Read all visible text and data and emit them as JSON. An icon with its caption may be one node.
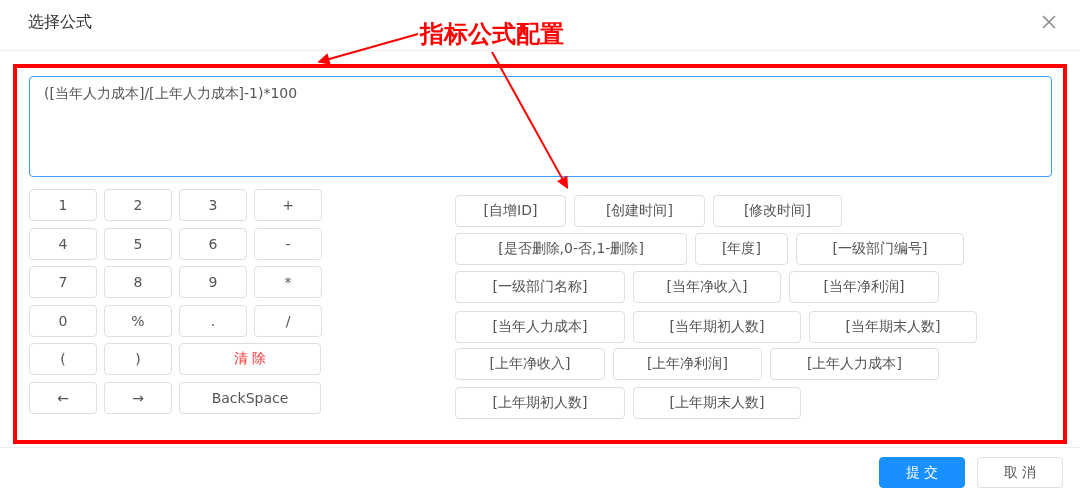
{
  "diagram": {
    "title": "选择公式",
    "nodes": [
      {
        "text": [
          "指标公式配置"
        ]
      },
      {
        "text": [],
        "shape": "box"
      }
    ],
    "edges": [
      {
        "from": 0,
        "to": 1,
        "arrow": "to",
        "color": "#ff0000"
      },
      {
        "from": 0,
        "to": 1,
        "arrow": "to",
        "color": "#ff0000"
      }
    ],
    "labels": [
      "([当年人力成本]/[上年人力成本]-1)*100",
      "1",
      "2",
      "3",
      "+",
      "4",
      "5",
      "6",
      "-",
      "7",
      "8",
      "9",
      "*",
      "0",
      "%",
      ".",
      "/",
      "(",
      ")",
      "清 除",
      "←",
      "→",
      "BackSpace",
      "[自增ID]",
      "[创建时间]",
      "[修改时间]",
      "[是否删除,0-否,1-删除]",
      "[年度]",
      "[一级部门编号]",
      "[一级部门名称]",
      "[当年净收入]",
      "[当年净利润]",
      "[当年人力成本]",
      "[当年期初人数]",
      "[当年期末人数]",
      "[上年净收入]",
      "[上年净利润]",
      "[上年人力成本]",
      "[上年期初人数]",
      "[上年期末人数]",
      "提 交",
      "取 消"
    ]
  }
}
